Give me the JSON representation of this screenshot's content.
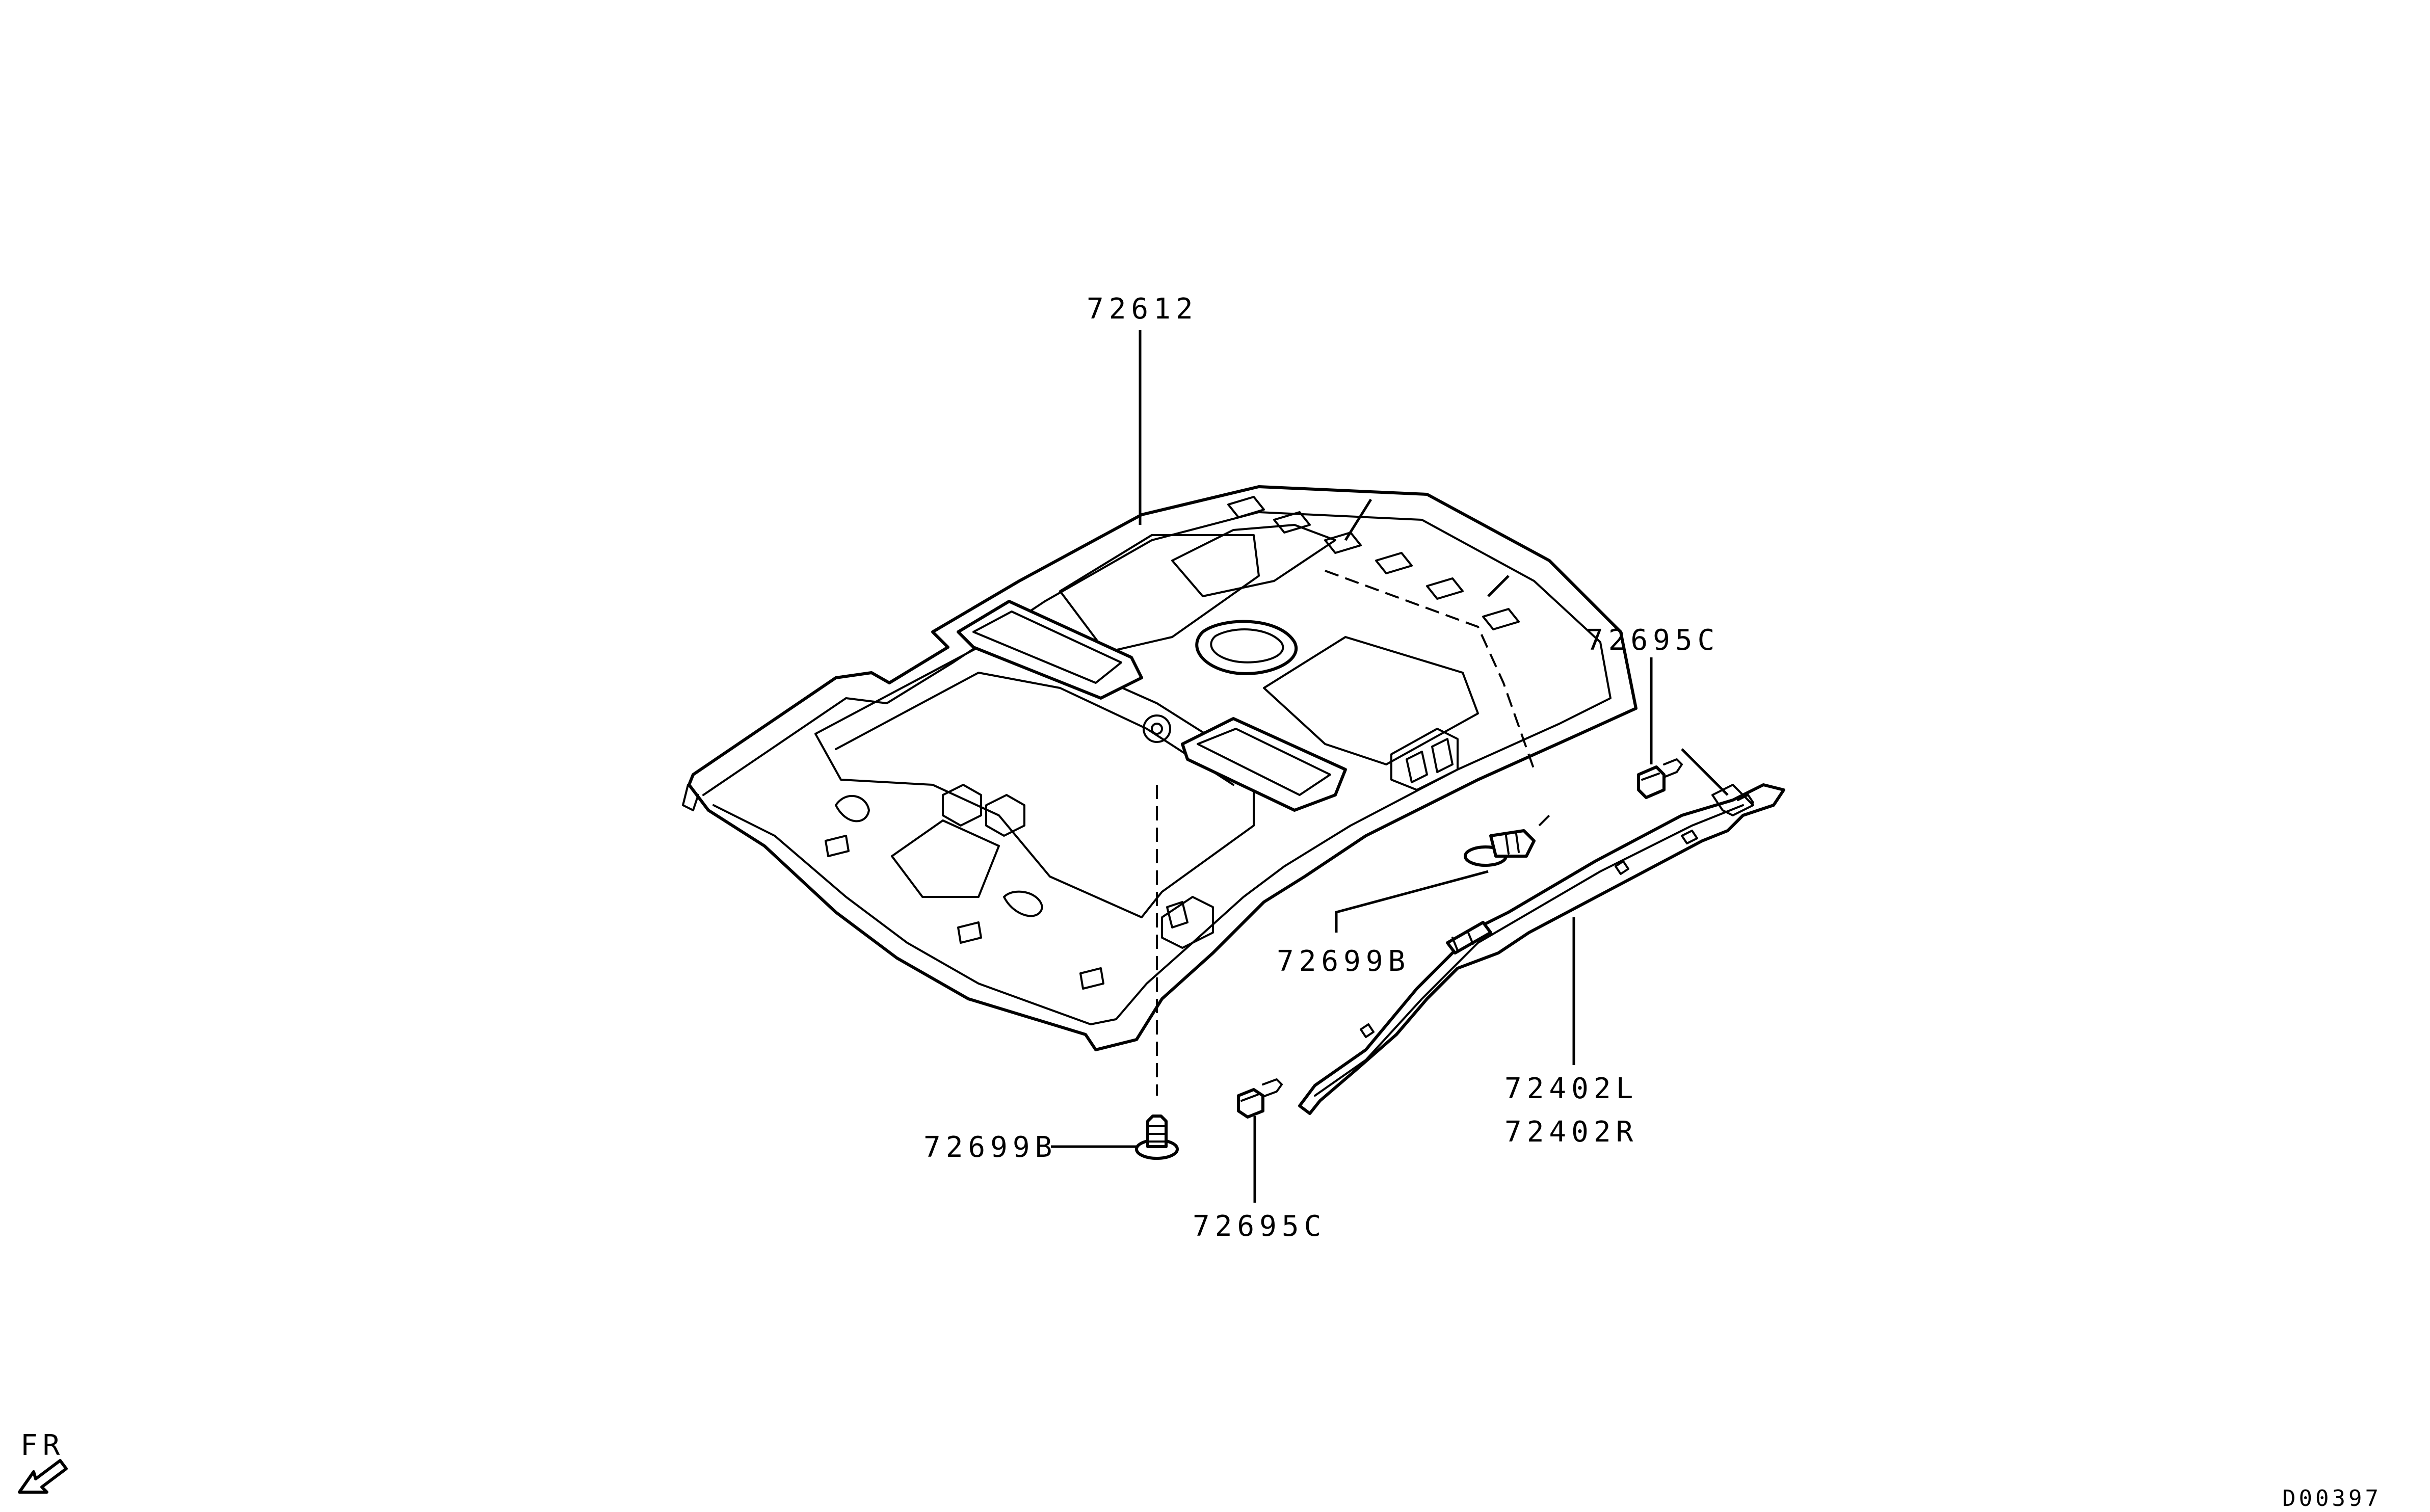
{
  "diagram": {
    "type": "exploded parts diagram",
    "labels": {
      "headlining": "72612",
      "clip_right": "72695C",
      "clip_lower": "72695C",
      "fastener_upper": "72699B",
      "fastener_lower": "72699B",
      "airbag_left": "72402L",
      "airbag_right": "72402R"
    },
    "direction_marker": "FR",
    "drawing_code": "D00397"
  }
}
